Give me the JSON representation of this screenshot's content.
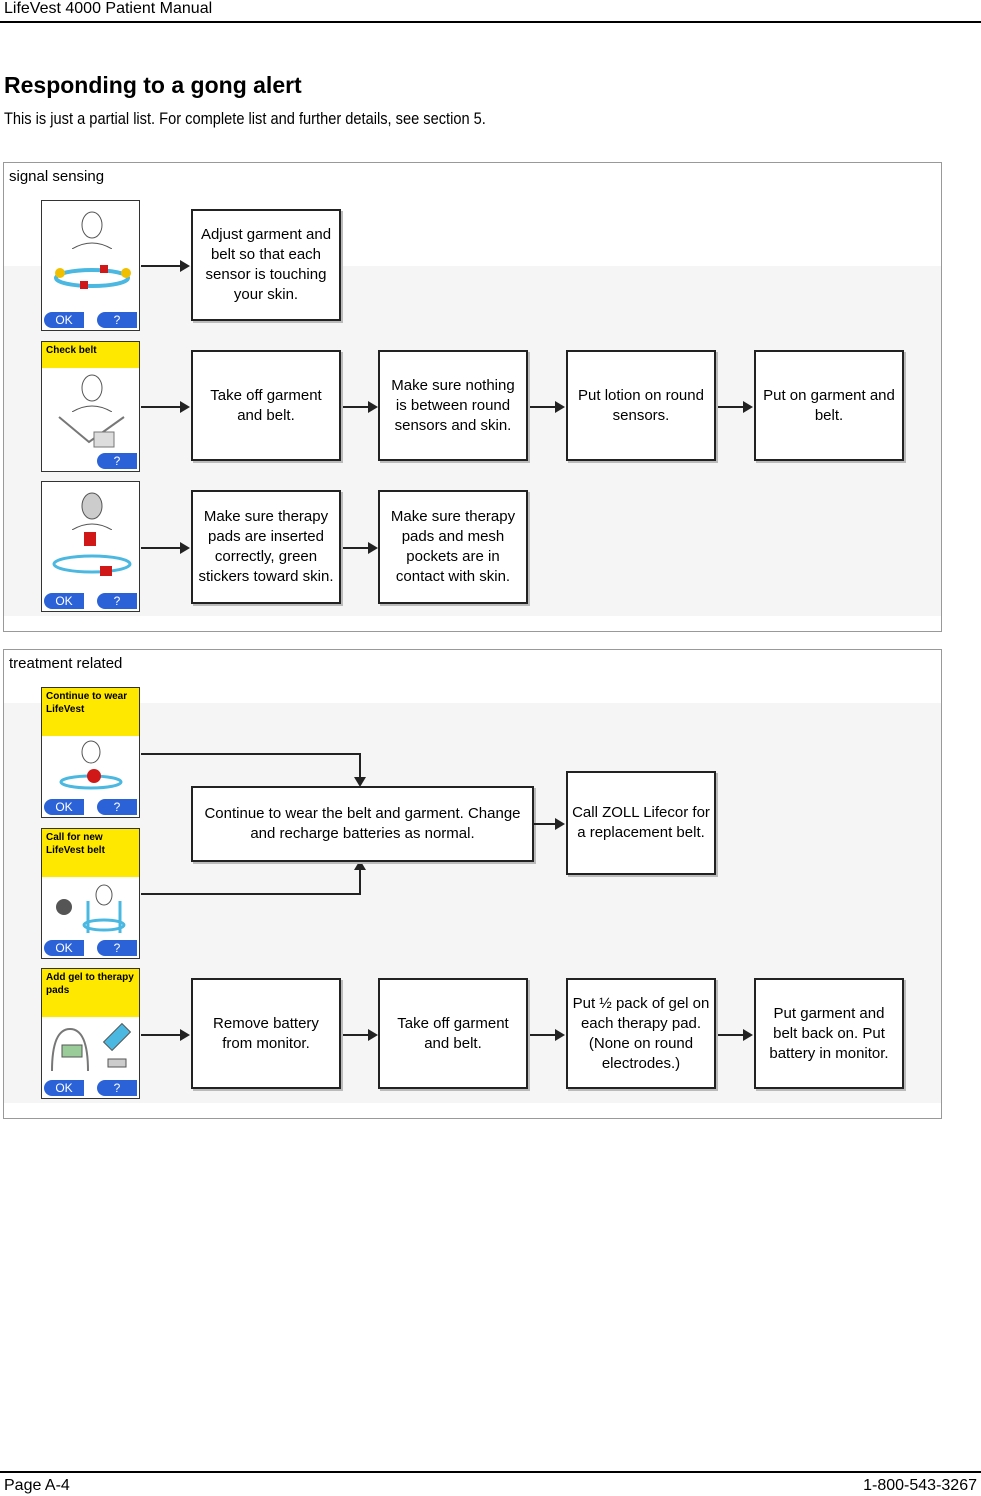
{
  "header": {
    "doc_title": "LifeVest 4000 Patient Manual"
  },
  "footer": {
    "page": "Page A-4",
    "phone": "1-800-543-3267"
  },
  "title": "Responding to a gong alert",
  "subtitle": "This is just a partial list. For complete list and further details, see section 5.",
  "signal_sensing": {
    "label": "signal sensing",
    "row1": {
      "ok": "OK",
      "help": "?",
      "steps": [
        "Adjust garment and belt so that each sensor is touching your skin."
      ]
    },
    "row2": {
      "screen_title": "Check belt",
      "help": "?",
      "steps": [
        "Take off garment and belt.",
        "Make sure nothing is between round sensors and skin.",
        "Put lotion on round sensors.",
        "Put on garment and belt."
      ]
    },
    "row3": {
      "ok": "OK",
      "help": "?",
      "steps": [
        "Make sure therapy pads are inserted correctly, green stickers toward skin.",
        "Make sure therapy pads and mesh pockets are in contact with skin."
      ]
    }
  },
  "treatment_related": {
    "label": "treatment related",
    "screen1": {
      "screen_title": "Continue to wear LifeVest",
      "ok": "OK",
      "help": "?"
    },
    "screen2": {
      "screen_title": "Call for new LifeVest belt",
      "ok": "OK",
      "help": "?"
    },
    "center_box": "Continue to wear the belt and garment. Change and recharge batteries as normal.",
    "right_box": "Call ZOLL Lifecor for a replacement belt.",
    "screen3": {
      "screen_title": "Add gel to therapy pads",
      "ok": "OK",
      "help": "?"
    },
    "steps": [
      "Remove battery from monitor.",
      "Take off garment and belt.",
      "Put ½ pack of gel on each therapy pad. (None on round electrodes.)",
      "Put garment and belt back on. Put battery in monitor."
    ]
  },
  "colors": {
    "screen_yellow": "#ffe800",
    "button_blue": "#2c62d8",
    "belt_cyan": "#4ab8e0",
    "sensor_red": "#d01818"
  }
}
